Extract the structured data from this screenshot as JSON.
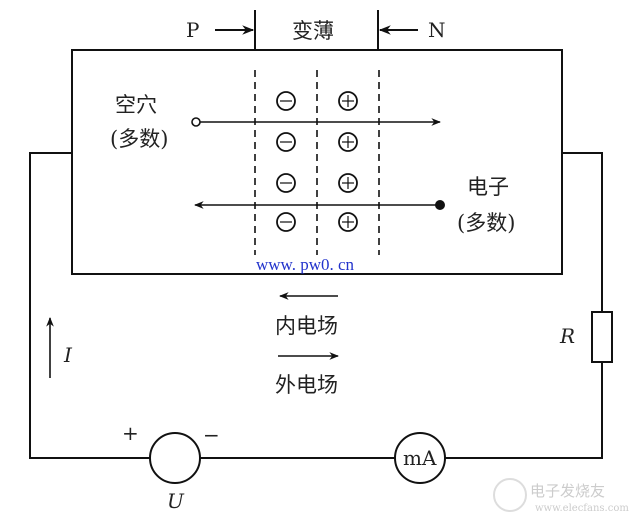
{
  "top": {
    "p_label": "P",
    "n_label": "N",
    "region_label": "变薄"
  },
  "carriers": {
    "hole_label_1": "空穴",
    "hole_label_2": "(多数)",
    "electron_label_1": "电子",
    "electron_label_2": "(多数)"
  },
  "ions": {
    "negative_symbol": "−",
    "positive_symbol": "+",
    "rows": 4
  },
  "url": "www. pw0. cn",
  "fields": {
    "inner": "内电场",
    "outer": "外电场"
  },
  "circuit": {
    "current": "I",
    "resistor": "R",
    "source": "U",
    "plus": "+",
    "minus": "−",
    "meter": "mA"
  },
  "watermark": {
    "name": "电子发烧友",
    "site": "www.elecfans.com"
  }
}
